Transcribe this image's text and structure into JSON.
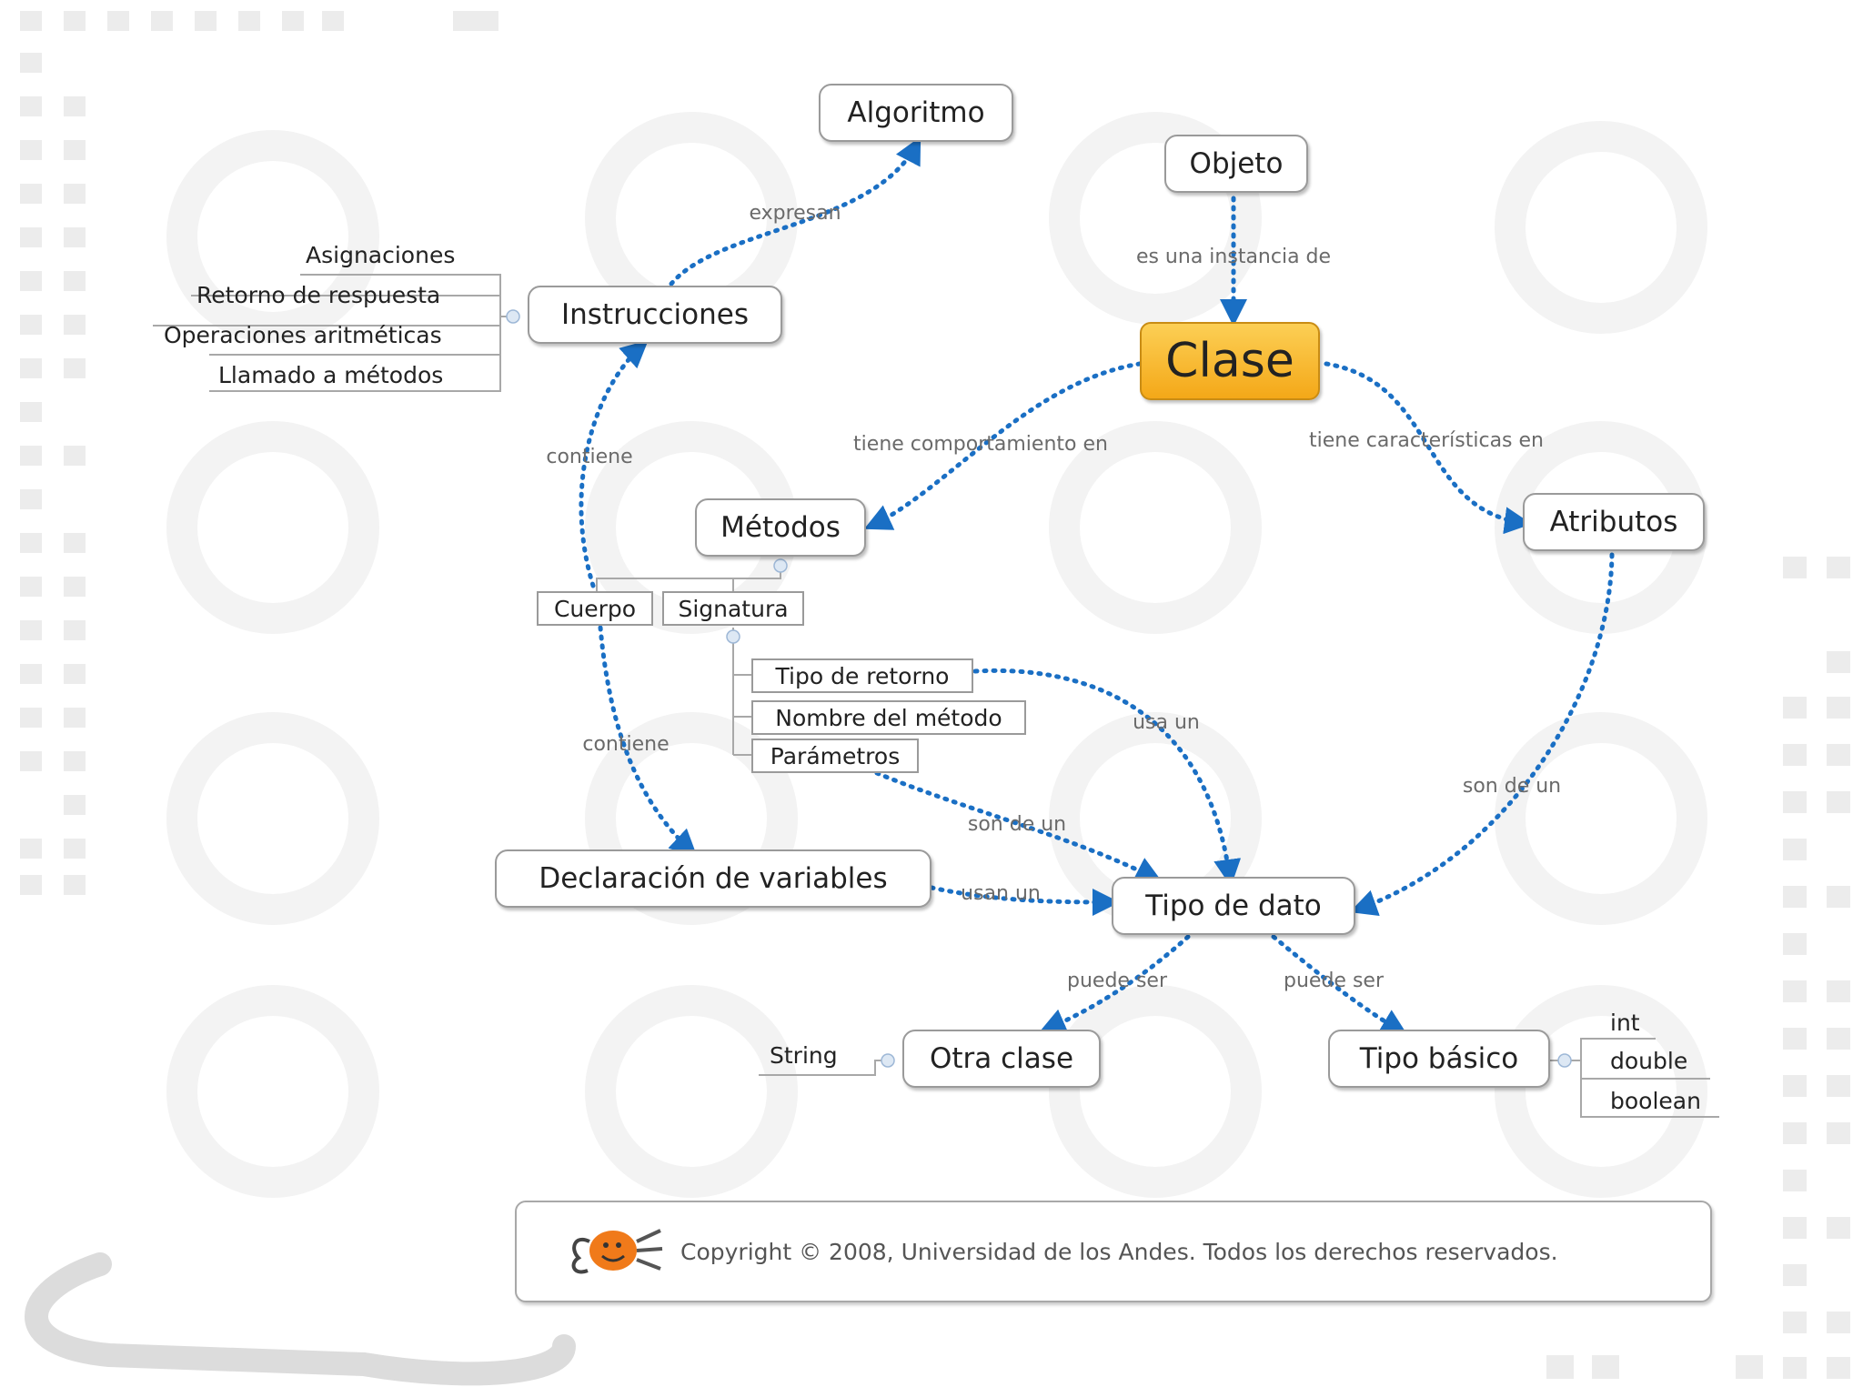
{
  "nodes": {
    "algoritmo": "Algoritmo",
    "objeto": "Objeto",
    "instrucciones": "Instrucciones",
    "clase": "Clase",
    "metodos": "Métodos",
    "atributos": "Atributos",
    "declaracion": "Declaración de variables",
    "tipo_dato": "Tipo de dato",
    "otra_clase": "Otra clase",
    "tipo_basico": "Tipo básico"
  },
  "instrucciones_children": [
    "Asignaciones",
    "Retorno de respuesta",
    "Operaciones aritméticas",
    "Llamado a métodos"
  ],
  "metodos_children": [
    "Cuerpo",
    "Signatura"
  ],
  "signatura_children": [
    "Tipo de retorno",
    "Nombre del método",
    "Parámetros"
  ],
  "otra_clase_children": [
    "String"
  ],
  "tipo_basico_children": [
    "int",
    "double",
    "boolean"
  ],
  "links": {
    "expresan": "expresan",
    "es_instancia": "es una instancia de",
    "comportamiento": "tiene comportamiento en",
    "caracteristicas": "tiene características en",
    "contiene_1": "contiene",
    "contiene_2": "contiene",
    "usa_un": "usa un",
    "son_de_un_1": "son de un",
    "son_de_un_2": "son de un",
    "usan_un": "usan un",
    "puede_ser_1": "puede ser",
    "puede_ser_2": "puede ser"
  },
  "footer": {
    "copyright": "Copyright © 2008, Universidad de los Andes. Todos los derechos reservados."
  },
  "colors": {
    "link": "#1a6fc4",
    "main_fill": "#f7b52b",
    "node_border": "#9a9a9a"
  }
}
